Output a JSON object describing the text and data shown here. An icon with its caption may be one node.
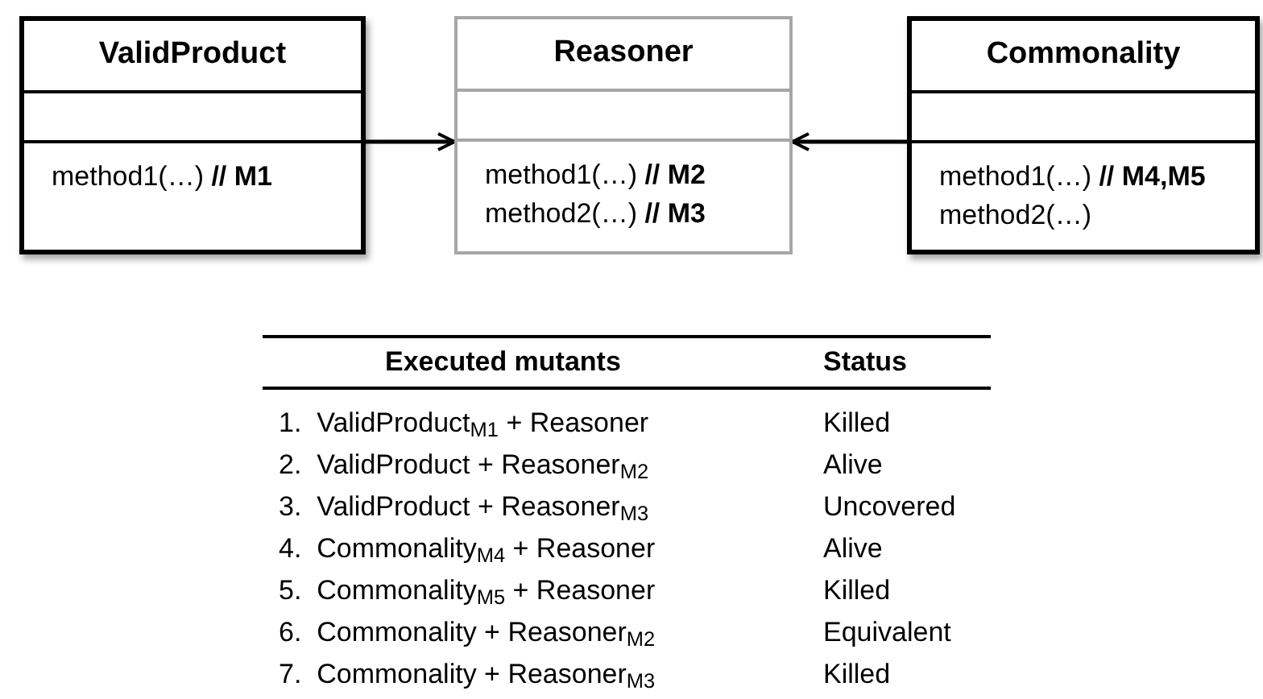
{
  "diagram": {
    "nodes": [
      {
        "text": [
          "ValidProduct",
          "method1(…)  **// M1**"
        ]
      },
      {
        "text": [
          "Reasoner",
          "method1(…)  **// M2**",
          "method2(…)  **// M3**"
        ]
      },
      {
        "text": [
          "Commonality",
          "method1(…)  **// M4,M5**",
          "method2(…)"
        ]
      }
    ],
    "edges": [
      {
        "from": 0,
        "to": 1,
        "arrow": "to"
      },
      {
        "from": 2,
        "to": 1,
        "arrow": "to"
      }
    ],
    "labels": [
      "Executed mutants",
      "Status",
      "1.  ValidProduct$_{M1}$ + Reasoner",
      "Killed",
      "2.  ValidProduct + Reasoner$_{M2}$",
      "Alive",
      "3.  ValidProduct + Reasoner$_{M3}$",
      "Uncovered",
      "4.  Commonality$_{M4}$ + Reasoner",
      "Alive",
      "5.  Commonality$_{M5}$ + Reasoner",
      "Killed",
      "6.  Commonality + Reasoner$_{M2}$",
      "Equivalent",
      "7.  Commonality + Reasoner$_{M3}$",
      "Killed"
    ]
  }
}
